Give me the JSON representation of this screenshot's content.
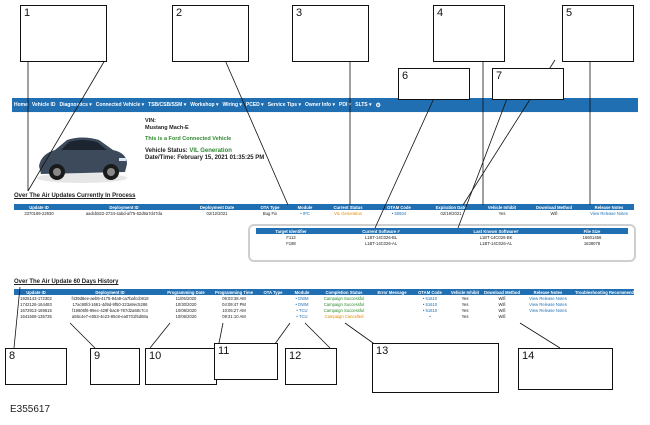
{
  "nav": {
    "items": [
      "Home",
      "Vehicle ID",
      "Diagnostics ▾",
      "Connected Vehicle ▾",
      "TSB/CSB/SSM ▾",
      "Workshop ▾",
      "Wiring ▾",
      "PCED ▾",
      "Service Tips ▾",
      "Owner Info ▾",
      "PDI ▾",
      "SLTS ▾"
    ],
    "icon": "gear-icon"
  },
  "vehicle": {
    "vin_label": "VIN:",
    "model": "Mustang Mach-E",
    "connected": "This is a Ford Connected Vehicle",
    "status_label": "Vehicle Status:",
    "status_value": "VIL Generation",
    "datetime": "Date/Time: February 15, 2021 01:35:25 PM"
  },
  "in_process": {
    "title": "Over The Air Updates Currently In Process",
    "headers": [
      "Update ID",
      "Deployment ID",
      "Deployment Date",
      "OTA Type",
      "Module",
      "Current Status",
      "OTAM Code",
      "Expiration Date",
      "Vehicle Inhibit",
      "Download Method",
      "Release Notes"
    ],
    "row": [
      "2370189-22930",
      "aadcb822-2734-4abd-af75-62d9a7d47da",
      "02/12/2021",
      "Bug Fix",
      "• IPC",
      "VIL Generation",
      "• 50604",
      "02/19/2021",
      "Yes",
      "Wifi",
      "View Release Notes"
    ]
  },
  "software": {
    "headers": [
      "Target Identifier",
      "Current Software #",
      "Last Known Software#",
      "File Size"
    ],
    "rows": [
      [
        "F113",
        "L1BT-14C026-BL",
        "L1BT-14C026-BK",
        "16601456"
      ],
      [
        "F188",
        "L1BT-14C026-AL",
        "L1BT-14C026-AL",
        "1638078"
      ]
    ]
  },
  "history": {
    "title": "Over The Air Update 60 Days History",
    "headers": [
      "Update ID",
      "Deployment ID",
      "Programming Date",
      "Programming Time",
      "OTA Type",
      "Module",
      "Completion Status",
      "Error Message",
      "OTAM Code",
      "Vehicle Inhibit",
      "Download Method",
      "Release Notes",
      "Troubleshooting Recommendations"
    ],
    "rows": [
      [
        "1925143-172302",
        "f439d8ee-aeb9-4175-94a8-ca7bafccb918",
        "11/05/2020",
        "06:03:38 AM",
        "",
        "• DWM",
        "Campaign Successful",
        "",
        "• 51610",
        "Yes",
        "Wifi",
        "View Release Notes",
        ""
      ],
      [
        "1742126-164483",
        "17ac90fd-1661-4d9d-9f50-223a9ec5286",
        "10/30/2020",
        "04:09:47 PM",
        "",
        "• DWM",
        "Campaign Successful",
        "",
        "• 51610",
        "Yes",
        "Wifi",
        "View Release Notes",
        ""
      ],
      [
        "1672913-169615",
        "f19606f6-99ec-429f-bac8-767d2a68c7c4",
        "10/08/2020",
        "10:05:27 AM",
        "",
        "• TCU",
        "Campaign Successful",
        "",
        "• 51610",
        "Yes",
        "Wifi",
        "View Release Notes",
        ""
      ],
      [
        "1641508-135735",
        "a56c4e7-e053-4e23-85c8-ea0701f6d68a",
        "10/06/2020",
        "09:31:10 AM",
        "",
        "• TCU",
        "Campaign Cancelled",
        "",
        "•",
        "Yes",
        "Wifi",
        "",
        ""
      ]
    ]
  },
  "callouts": [
    "1",
    "2",
    "3",
    "4",
    "5",
    "6",
    "7",
    "8",
    "9",
    "10",
    "11",
    "12",
    "13",
    "14"
  ],
  "figure_id": "E355617"
}
